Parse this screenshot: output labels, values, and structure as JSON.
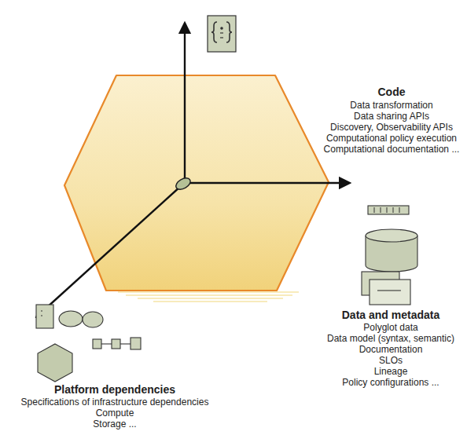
{
  "diagram": {
    "labels": [
      "Code",
      "Data transformation",
      "Data sharing APIs",
      "Discovery, Observability APIs",
      "Computational policy execution",
      "Computational documentation ...",
      "Data and metadata",
      "Polyglot data",
      "Data model (syntax, semantic)",
      "Documentation",
      "SLOs",
      "Lineage",
      "Policy configurations ...",
      "Platform dependencies",
      "Specifications of infrastructure dependencies",
      "Compute",
      "Storage ..."
    ]
  }
}
